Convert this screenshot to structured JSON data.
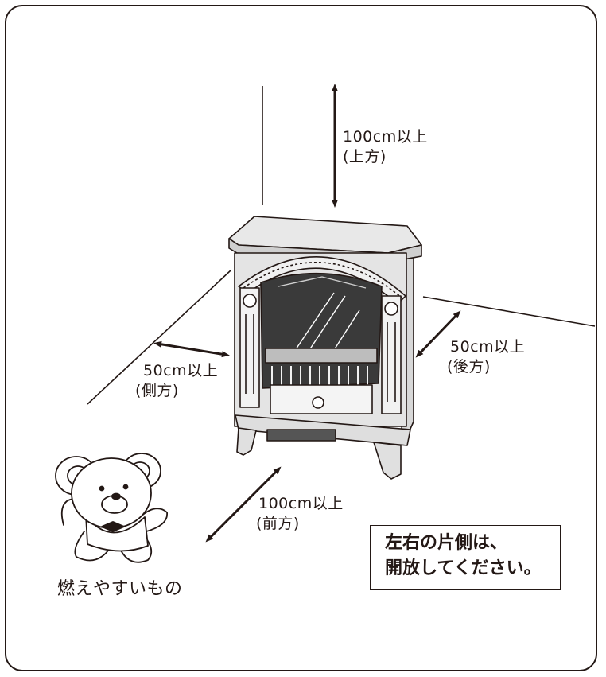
{
  "clearances": {
    "top": {
      "distance": "100cm以上",
      "direction": "(上方)"
    },
    "side": {
      "distance": "50cm以上",
      "direction": "(側方)"
    },
    "back": {
      "distance": "50cm以上",
      "direction": "(後方)"
    },
    "front": {
      "distance": "100cm以上",
      "direction": "(前方)"
    }
  },
  "flammable_label": "燃えやすいもの",
  "note": {
    "line1": "左右の片側は、",
    "line2": "開放してください。"
  },
  "icons": [
    "double-arrow-icon",
    "fireplace-heater-illustration",
    "teddy-bear-icon"
  ]
}
